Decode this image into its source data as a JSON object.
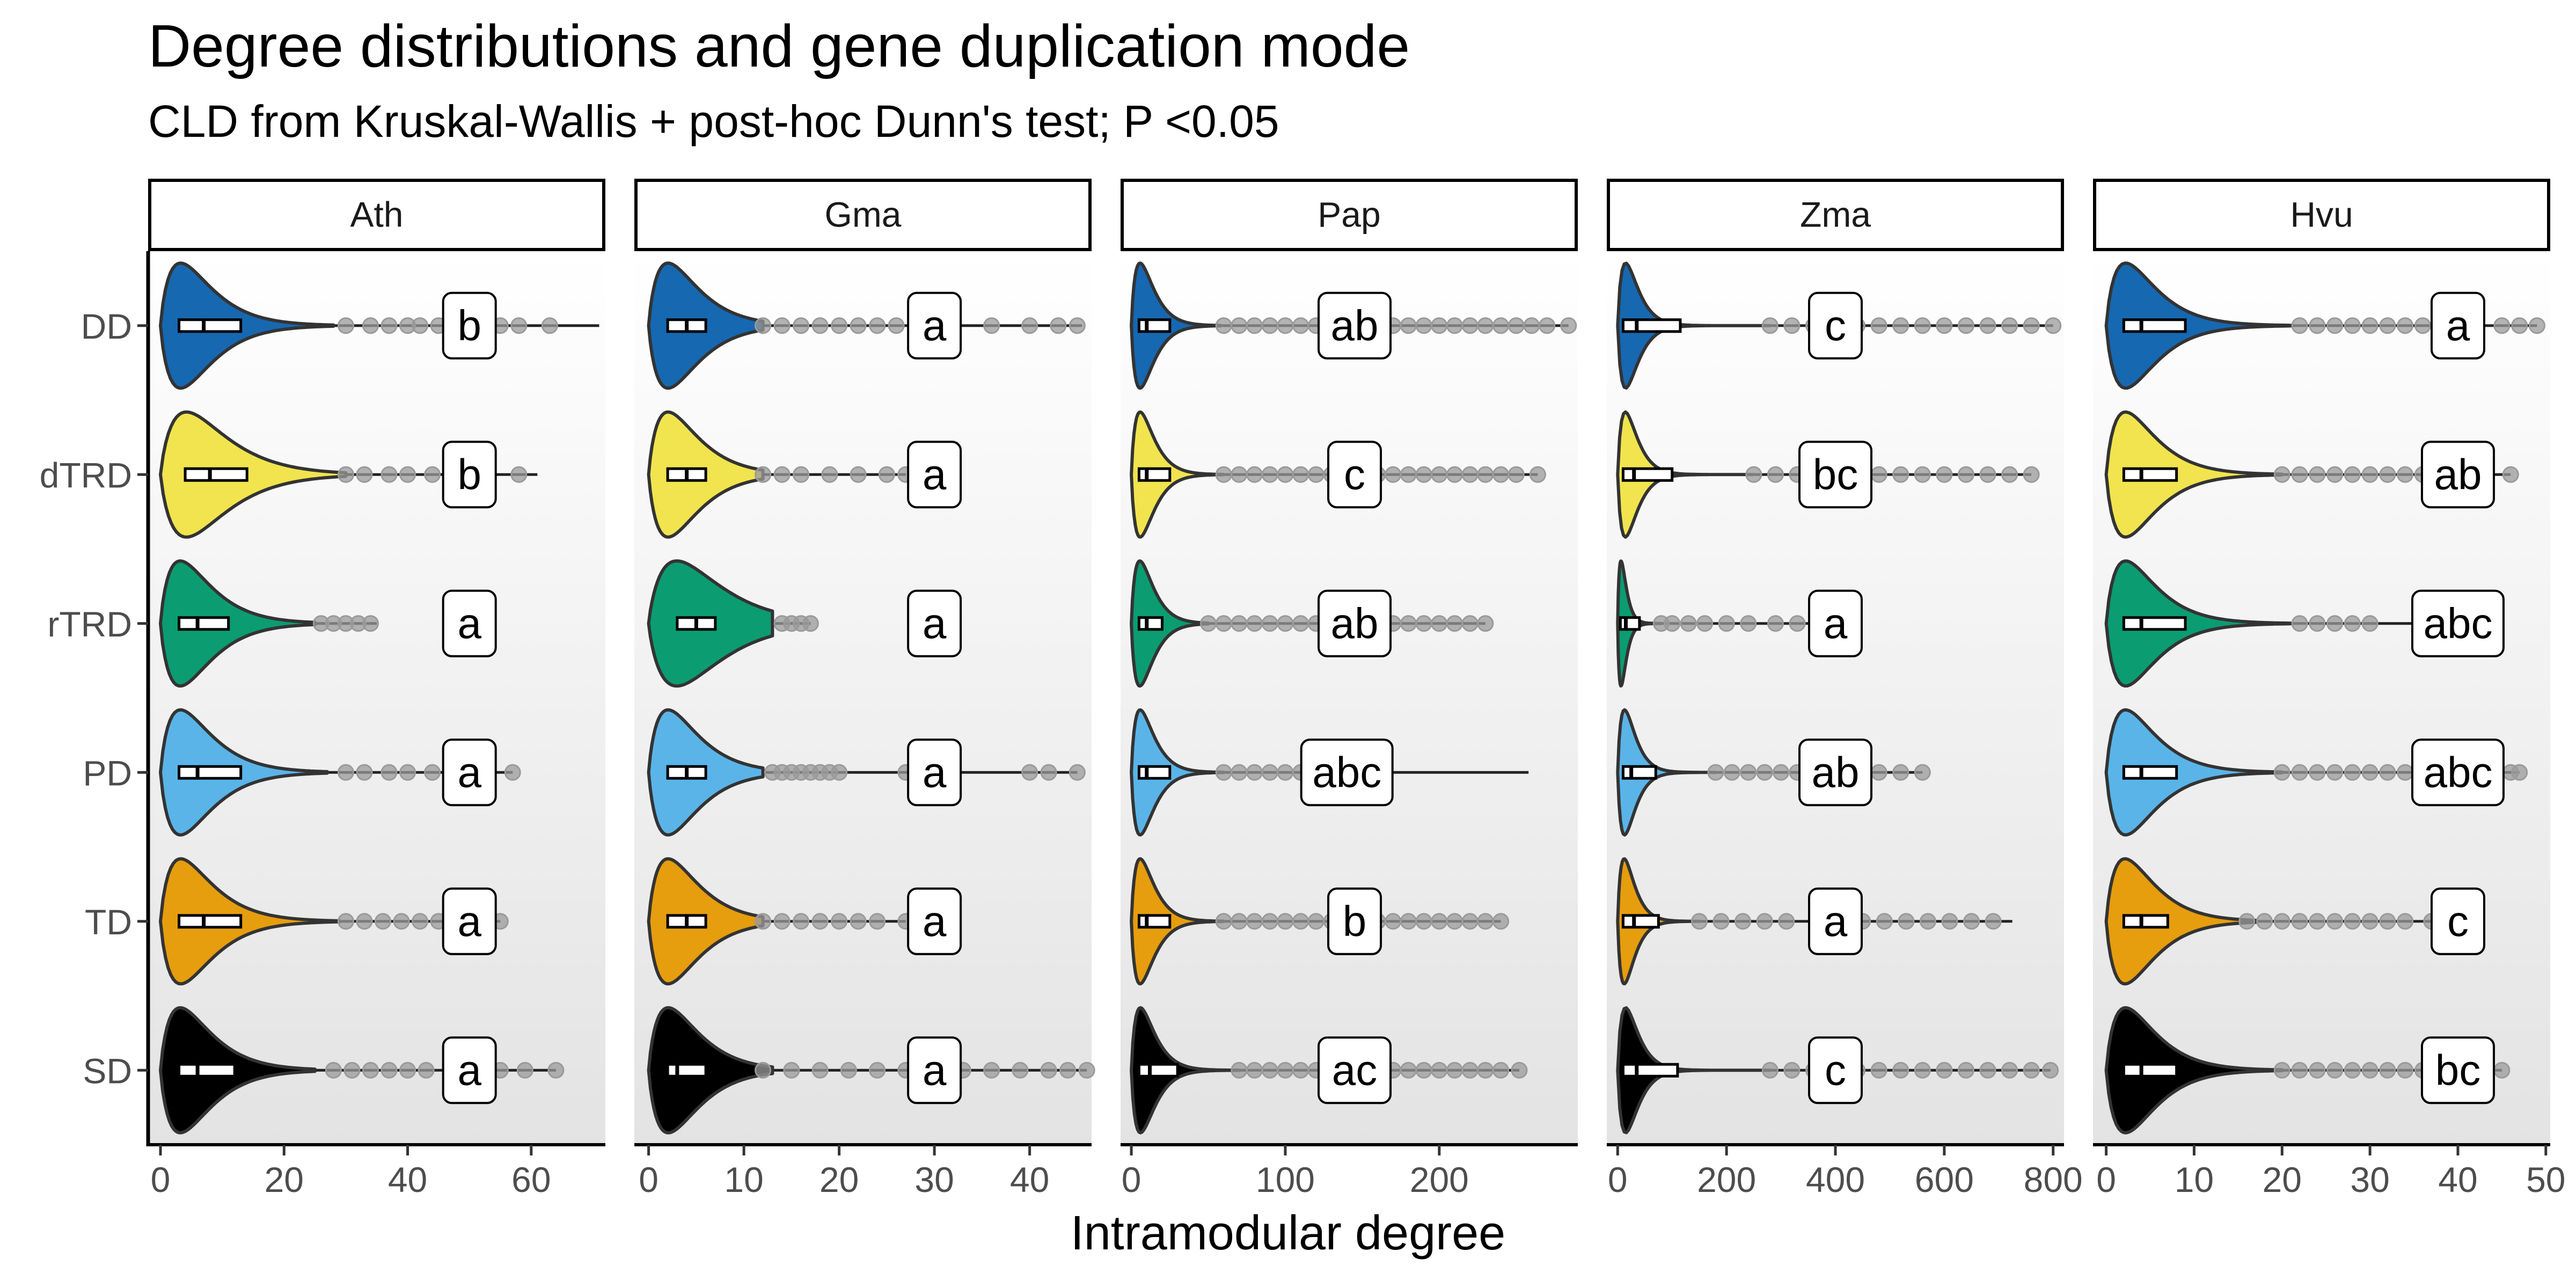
{
  "chart_data": {
    "type": "violin",
    "title": "Degree distributions and gene duplication mode",
    "subtitle": "CLD from Kruskal-Wallis + post-hoc Dunn's test; P <0.05",
    "xlabel": "Intramodular degree",
    "ylabel": "",
    "categories": [
      "DD",
      "dTRD",
      "rTRD",
      "PD",
      "TD",
      "SD"
    ],
    "colors": {
      "DD": "#1668b1",
      "dTRD": "#f1e44f",
      "rTRD": "#0b9c72",
      "PD": "#5ab4e8",
      "TD": "#e69d0e",
      "SD": "#000000"
    },
    "grid": false,
    "legend": "none",
    "panels": [
      {
        "name": "Ath",
        "xlim": [
          -2,
          72
        ],
        "xticks": [
          0,
          20,
          40,
          60
        ],
        "letters": [
          "b",
          "b",
          "a",
          "a",
          "a",
          "a"
        ],
        "letter_x": [
          50,
          50,
          50,
          50,
          50,
          50
        ],
        "violin_max": [
          28,
          30,
          25,
          27,
          29,
          25
        ],
        "box": [
          [
            3,
            7,
            13
          ],
          [
            4,
            8,
            14
          ],
          [
            3,
            6,
            11
          ],
          [
            3,
            6,
            13
          ],
          [
            3,
            7,
            13
          ],
          [
            3,
            6,
            12
          ]
        ],
        "whisker_max": [
          71,
          61,
          35,
          57,
          55,
          64
        ],
        "outliers": [
          [
            30,
            34,
            37,
            40,
            42,
            45,
            48,
            51,
            55,
            58,
            63
          ],
          [
            30,
            33,
            37,
            40,
            44,
            48,
            52,
            58
          ],
          [
            26,
            28,
            30,
            32,
            34
          ],
          [
            30,
            33,
            37,
            40,
            44,
            48,
            52,
            57
          ],
          [
            30,
            33,
            36,
            39,
            42,
            45,
            48,
            52,
            55
          ],
          [
            28,
            31,
            34,
            37,
            40,
            43,
            47,
            51,
            55,
            59,
            64
          ]
        ]
      },
      {
        "name": "Gma",
        "xlim": [
          -1.5,
          46.5
        ],
        "xticks": [
          0,
          10,
          20,
          30,
          40
        ],
        "letters": [
          "a",
          "a",
          "a",
          "a",
          "a",
          "a"
        ],
        "letter_x": [
          30,
          30,
          30,
          30,
          30,
          30
        ],
        "violin_max": [
          12,
          12,
          13,
          12,
          12,
          13
        ],
        "box": [
          [
            2,
            4,
            6
          ],
          [
            2,
            4,
            6
          ],
          [
            3,
            5,
            7
          ],
          [
            2,
            4,
            6
          ],
          [
            2,
            4,
            6
          ],
          [
            2,
            3,
            6
          ]
        ],
        "whisker_max": [
          45.5,
          27,
          17,
          45,
          27,
          46
        ],
        "outliers": [
          [
            12,
            14,
            16,
            18,
            20,
            22,
            24,
            26,
            29,
            32,
            36,
            40,
            43,
            45
          ],
          [
            12,
            14,
            16,
            19,
            22,
            25,
            27
          ],
          [
            14,
            15,
            16,
            17
          ],
          [
            13,
            14,
            15,
            16,
            17,
            18,
            19,
            20,
            27,
            30,
            40,
            42,
            45
          ],
          [
            12,
            14,
            16,
            18,
            20,
            22,
            24,
            27
          ],
          [
            12,
            15,
            18,
            21,
            24,
            27,
            30,
            33,
            36,
            39,
            42,
            44,
            46
          ]
        ]
      },
      {
        "name": "Pap",
        "xlim": [
          -7,
          290
        ],
        "xticks": [
          0,
          100,
          200
        ],
        "letters": [
          "ab",
          "c",
          "ab",
          "abc",
          "b",
          "ac"
        ],
        "letter_x": [
          145,
          145,
          145,
          140,
          145,
          145
        ],
        "violin_max": [
          58,
          60,
          50,
          60,
          60,
          70
        ],
        "box": [
          [
            5,
            10,
            25
          ],
          [
            5,
            10,
            25
          ],
          [
            5,
            10,
            20
          ],
          [
            5,
            10,
            25
          ],
          [
            5,
            10,
            25
          ],
          [
            5,
            12,
            30
          ]
        ],
        "whisker_max": [
          284,
          264,
          230,
          258,
          240,
          252
        ],
        "outliers": [
          [
            60,
            70,
            80,
            90,
            100,
            110,
            120,
            130,
            140,
            160,
            170,
            180,
            190,
            200,
            210,
            220,
            230,
            240,
            250,
            260,
            270,
            284
          ],
          [
            60,
            70,
            80,
            90,
            100,
            110,
            120,
            130,
            140,
            160,
            170,
            180,
            190,
            200,
            210,
            220,
            230,
            240,
            250,
            264
          ],
          [
            50,
            60,
            70,
            80,
            90,
            100,
            110,
            120,
            160,
            170,
            180,
            190,
            200,
            210,
            220,
            230
          ],
          [
            60,
            70,
            80,
            90,
            100,
            110,
            120,
            130,
            140
          ],
          [
            60,
            70,
            80,
            90,
            100,
            110,
            120,
            130,
            140,
            160,
            170,
            180,
            190,
            200,
            210,
            220,
            230,
            240
          ],
          [
            70,
            80,
            90,
            100,
            110,
            120,
            130,
            140,
            160,
            170,
            180,
            190,
            200,
            210,
            220,
            230,
            240,
            252
          ]
        ]
      },
      {
        "name": "Zma",
        "xlim": [
          -20,
          820
        ],
        "xticks": [
          0,
          200,
          400,
          600,
          800
        ],
        "letters": [
          "c",
          "bc",
          "a",
          "ab",
          "a",
          "c"
        ],
        "letter_x": [
          400,
          400,
          400,
          400,
          400,
          400
        ],
        "violin_max": [
          280,
          250,
          80,
          180,
          150,
          280
        ],
        "box": [
          [
            10,
            35,
            115
          ],
          [
            10,
            30,
            100
          ],
          [
            5,
            15,
            40
          ],
          [
            10,
            25,
            70
          ],
          [
            10,
            30,
            75
          ],
          [
            10,
            35,
            110
          ]
        ],
        "whisker_max": [
          800,
          760,
          375,
          560,
          725,
          795
        ],
        "outliers": [
          [
            280,
            320,
            360,
            440,
            480,
            520,
            560,
            600,
            640,
            680,
            720,
            760,
            800
          ],
          [
            250,
            290,
            330,
            440,
            480,
            520,
            560,
            600,
            640,
            680,
            720,
            760
          ],
          [
            80,
            100,
            130,
            160,
            200,
            240,
            290,
            330,
            375
          ],
          [
            180,
            210,
            240,
            270,
            300,
            330,
            450,
            480,
            520,
            560
          ],
          [
            150,
            190,
            230,
            270,
            310,
            450,
            490,
            530,
            570,
            610,
            650,
            690
          ],
          [
            280,
            320,
            360,
            440,
            480,
            520,
            560,
            600,
            640,
            680,
            720,
            760,
            795
          ]
        ]
      },
      {
        "name": "Hvu",
        "xlim": [
          -1.5,
          50.5
        ],
        "xticks": [
          0,
          10,
          20,
          30,
          40,
          50
        ],
        "letters": [
          "a",
          "ab",
          "abc",
          "abc",
          "c",
          "bc"
        ],
        "letter_x": [
          40,
          40,
          40,
          40,
          40,
          40
        ],
        "violin_max": [
          21,
          20,
          21,
          20,
          17,
          20
        ],
        "box": [
          [
            2,
            4,
            9
          ],
          [
            2,
            4,
            8
          ],
          [
            2,
            4,
            9
          ],
          [
            2,
            4,
            8
          ],
          [
            2,
            4,
            7
          ],
          [
            2,
            4,
            8
          ]
        ],
        "whisker_max": [
          49,
          46,
          44,
          47,
          37,
          45
        ],
        "outliers": [
          [
            22,
            24,
            26,
            28,
            30,
            32,
            34,
            36,
            45,
            47,
            49
          ],
          [
            20,
            22,
            24,
            26,
            28,
            30,
            32,
            34,
            36,
            46
          ],
          [
            22,
            24,
            26,
            28,
            30,
            36,
            44
          ],
          [
            20,
            22,
            24,
            26,
            28,
            30,
            32,
            34,
            36,
            44,
            46,
            47
          ],
          [
            16,
            18,
            20,
            22,
            24,
            26,
            28,
            30,
            32,
            34,
            37
          ],
          [
            20,
            22,
            24,
            26,
            28,
            30,
            32,
            34,
            36,
            45
          ]
        ]
      }
    ]
  }
}
